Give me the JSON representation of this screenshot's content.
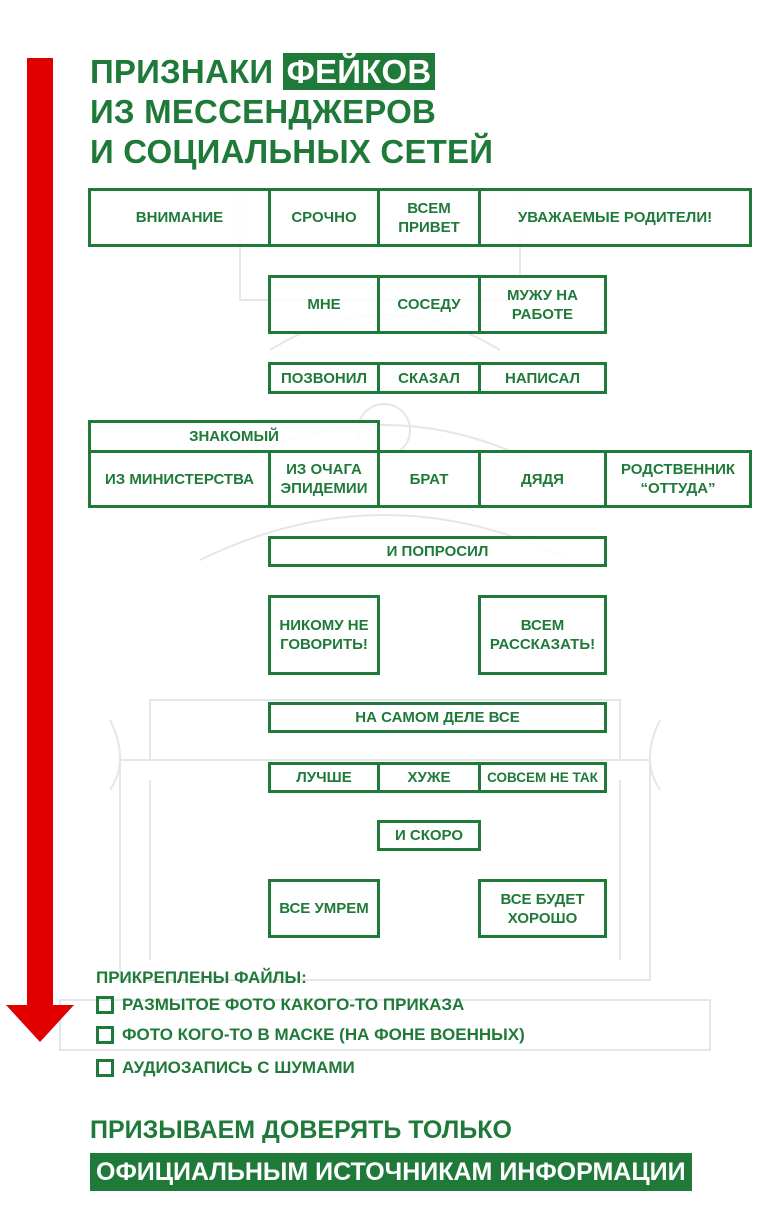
{
  "colors": {
    "brand_green": "#1f7a3a",
    "arrow_red": "#e00000",
    "background": "#ffffff"
  },
  "title": {
    "line1_prefix": "ПРИЗНАКИ ",
    "line1_highlight": "ФЕЙКОВ",
    "line2": "ИЗ МЕССЕНДЖЕРОВ",
    "line3": "И СОЦИАЛЬНЫХ СЕТЕЙ"
  },
  "openers": [
    "ВНИМАНИЕ",
    "СРОЧНО",
    "ВСЕМ ПРИВЕТ",
    "УВАЖАЕМЫЕ РОДИТЕЛИ!"
  ],
  "recipients": [
    "МНЕ",
    "СОСЕДУ",
    "МУЖУ НА РАБОТЕ"
  ],
  "verbs": [
    "ПОЗВОНИЛ",
    "СКАЗАЛ",
    "НАПИСАЛ"
  ],
  "acquaintance": {
    "header": "ЗНАКОМЫЙ",
    "items": [
      "ИЗ МИНИСТЕРСТВА",
      "ИЗ ОЧАГА ЭПИДЕМИИ",
      "БРАТ",
      "ДЯДЯ",
      "РОДСТВЕННИК “ОТТУДА”"
    ]
  },
  "asked": "И ПОПРОСИЛ",
  "requests": [
    "НИКОМУ НЕ ГОВОРИТЬ!",
    "ВСЕМ РАССКАЗАТЬ!"
  ],
  "actually": "НА САМОМ ДЕЛЕ ВСЕ",
  "comparisons": [
    "ЛУЧШЕ",
    "ХУЖЕ",
    "СОВСЕМ НЕ ТАК"
  ],
  "soon": "И СКОРО",
  "outcomes": [
    "ВСЕ УМРЕМ",
    "ВСЕ БУДЕТ ХОРОШО"
  ],
  "attachments": {
    "header": "ПРИКРЕПЛЕНЫ ФАЙЛЫ:",
    "items": [
      "РАЗМЫТОЕ ФОТО КАКОГО-ТО ПРИКАЗА",
      "ФОТО КОГО-ТО В МАСКЕ (НА ФОНЕ ВОЕННЫХ)",
      "АУДИОЗАПИСЬ С ШУМАМИ"
    ]
  },
  "footer": {
    "line1": "ПРИЗЫВАЕМ ДОВЕРЯТЬ ТОЛЬКО",
    "line2": "ОФИЦИАЛЬНЫМ ИСТОЧНИКАМ ИНФОРМАЦИИ"
  }
}
